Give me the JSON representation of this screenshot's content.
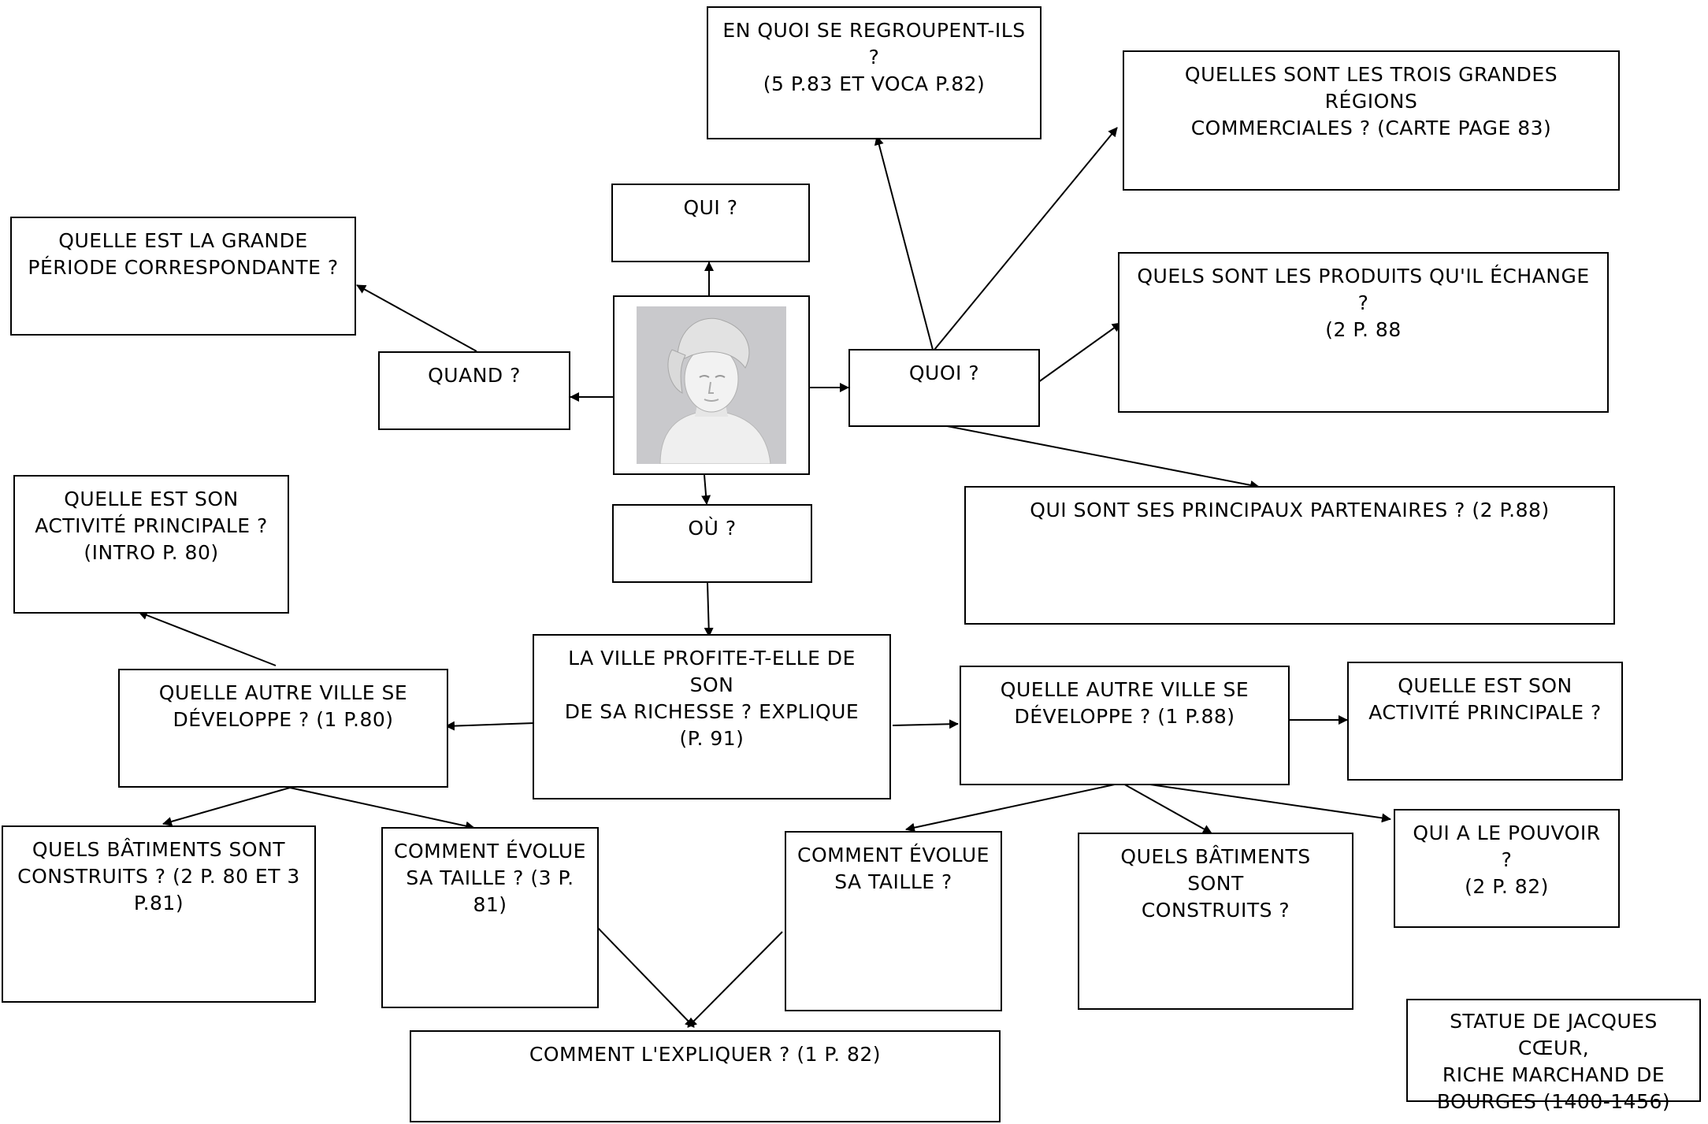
{
  "nodes": {
    "regroupent": "En quoi se regroupent-ils ?\n(5 p.83 et voca p.82)",
    "regions": "Quelles sont les trois grandes régions\ncommerciales ?  (carte page 83)",
    "qui": "Qui ?",
    "periode": "Quelle est la grande\npériode correspondante ?",
    "produits": "Quels sont les produits qu'il échange ?\n(2 p. 88",
    "quand": "Quand ?",
    "quoi": "Quoi ?",
    "partenaires": "Qui sont ses principaux partenaires ? (2 p.88)",
    "activite_left": "Quelle est son\nactivité principale ?\n(intro p. 80)",
    "ou": "Où ?",
    "ville_profite": "La ville profite-t-elle de son\nde sa richesse ? Explique\n(p. 91)",
    "autre_ville_left": "Quelle autre ville se\ndéveloppe ? (1 p.80)",
    "autre_ville_right": "Quelle autre ville se\ndéveloppe ? (1 p.88)",
    "activite_right": "Quelle est son\nactivité principale ?",
    "batiments_left": "Quels bâtiments sont\nconstruits ? (2 p. 80 et 3\np.81)",
    "taille_left": "Comment évolue\nsa taille ? (3 p.\n81)",
    "taille_right": "Comment évolue\nsa taille ?",
    "batiments_right": "Quels bâtiments sont\nconstruits ?",
    "pouvoir": "Qui a le pouvoir ?\n(2 p. 82)",
    "expliquer": "Comment l'expliquer ? (1 p. 82)",
    "caption": "Statue de Jacques Cœur,\nriche marchand de\nBourges (1400-1456)"
  },
  "center_image": {
    "icon": "statue-bust-icon"
  }
}
